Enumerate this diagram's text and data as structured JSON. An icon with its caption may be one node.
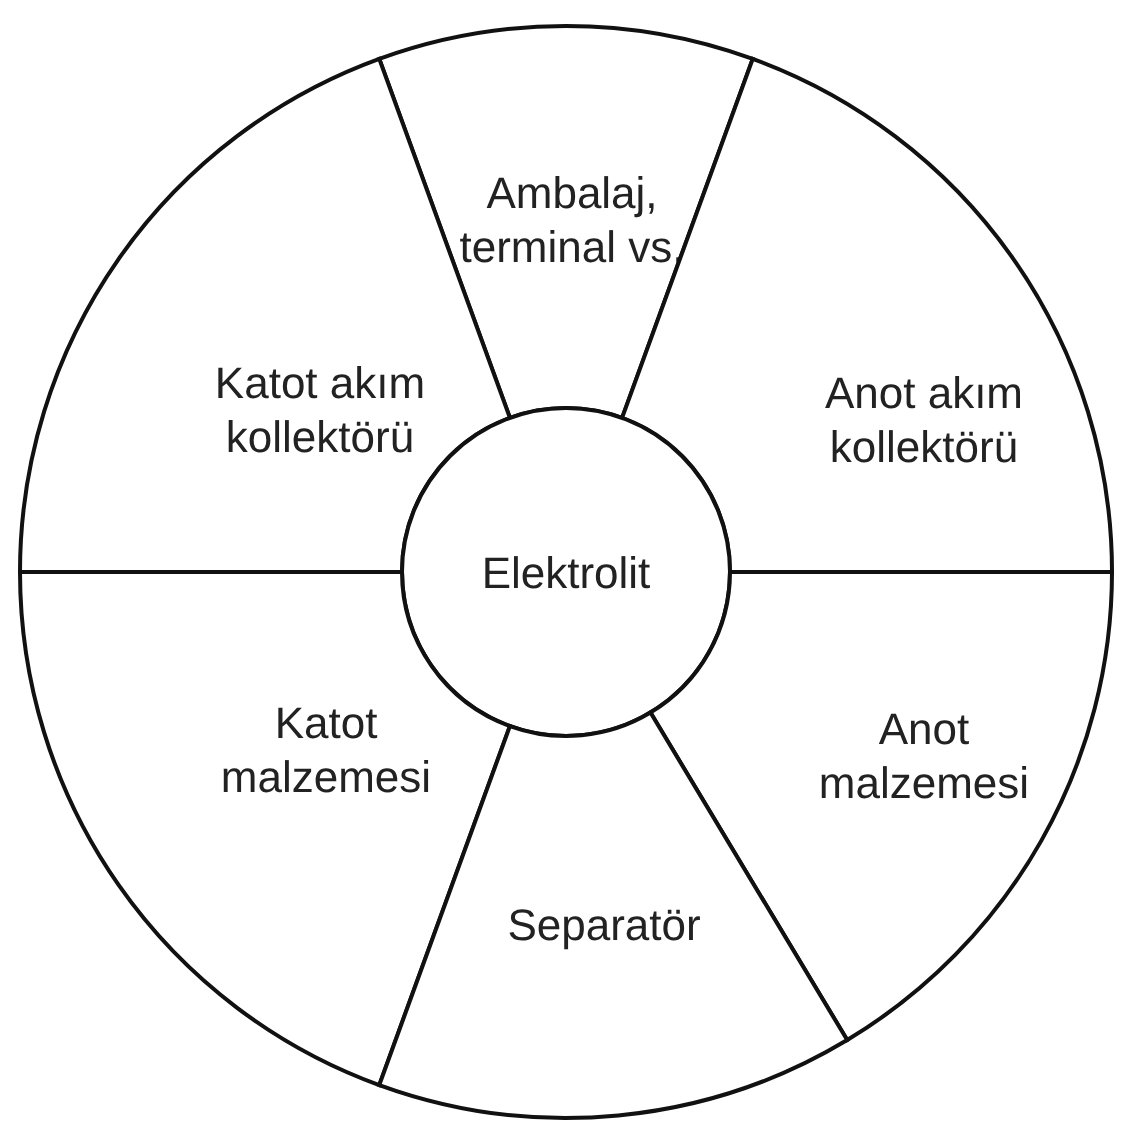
{
  "diagram": {
    "nodes": [
      {
        "text": [
          "Ambalaj, terminal vs."
        ]
      },
      {
        "text": [
          "Katot akım kollektörü"
        ]
      },
      {
        "text": [
          "Anot akım kollektörü"
        ]
      },
      {
        "text": [
          "Elektrolit"
        ]
      },
      {
        "text": [
          "Katot malzemesi"
        ]
      },
      {
        "text": [
          "Anot malzemesi"
        ]
      },
      {
        "text": [
          "Separatör"
        ]
      }
    ]
  }
}
